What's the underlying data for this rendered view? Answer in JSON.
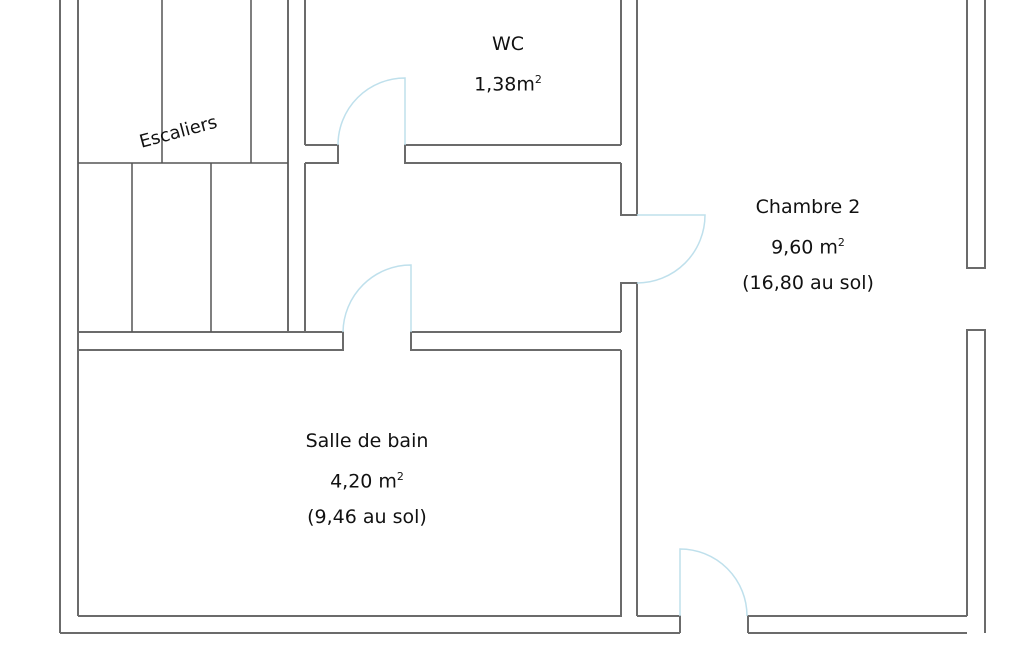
{
  "rooms": {
    "wc": {
      "name": "WC",
      "area": "1,38m",
      "unit_sup": "2"
    },
    "stairs": {
      "name": "Escaliers"
    },
    "chambre2": {
      "name": "Chambre 2",
      "area": "9,60 m",
      "unit_sup": "2",
      "floor": "(16,80 au sol)"
    },
    "bathroom": {
      "name": "Salle de bain",
      "area": "4,20 m",
      "unit_sup": "2",
      "floor": "(9,46 au sol)"
    }
  },
  "colors": {
    "wall": "#6b6b6b",
    "door": "#bfe0ec"
  }
}
